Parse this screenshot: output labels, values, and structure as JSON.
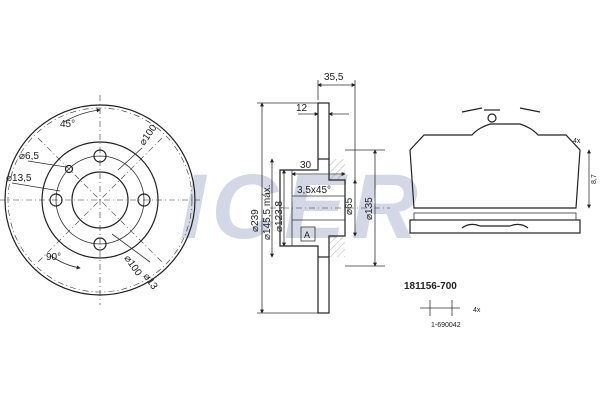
{
  "colors": {
    "line": "#222222",
    "watermark": "#d4d8e6",
    "background": "#ffffff"
  },
  "watermark": {
    "text": "ICER"
  },
  "front_view": {
    "angle_top": "45°",
    "angle_bottom": "90°",
    "hole_small": "6,5",
    "hole_medium": "13,5",
    "pcd": "100",
    "pcd_lower": "100",
    "hole_lower": "13"
  },
  "section_view": {
    "overall_width": "35,5",
    "disc_thickness": "12",
    "hub_depth": "30",
    "chamfer": "3,5x45°",
    "dia_outer": "239",
    "dia_max": "145,5 máx.",
    "dia_hub": "123,8",
    "dia_center": "65",
    "dia_hat": "135",
    "marker": "A"
  },
  "pad": {
    "qty_top": "4x",
    "thickness": "8,7"
  },
  "kit": {
    "code": "181156-700",
    "accessory_code": "1-690042",
    "accessory_qty": "4x"
  }
}
